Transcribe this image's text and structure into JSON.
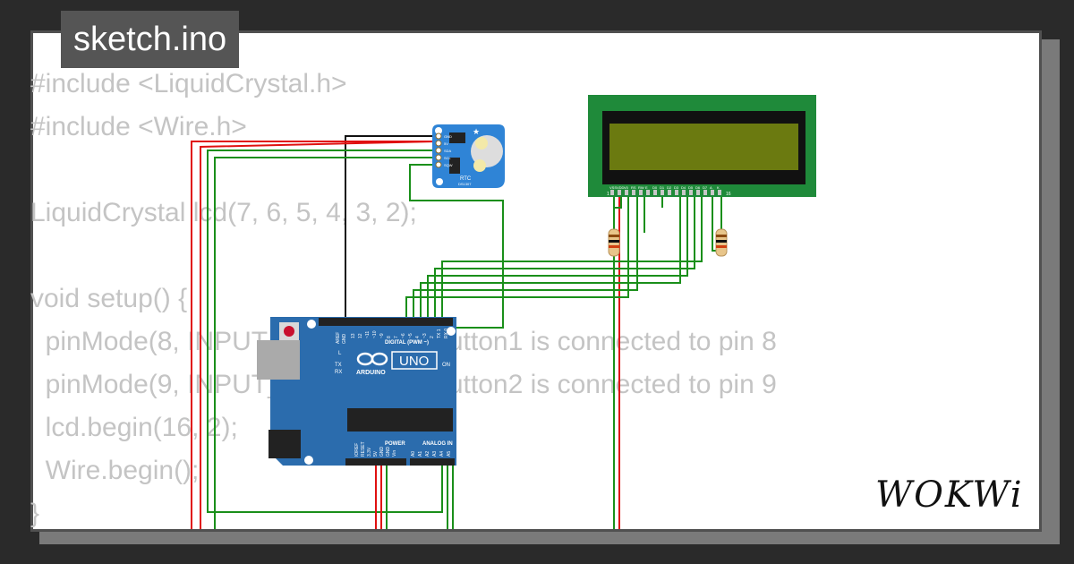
{
  "file": {
    "title": "sketch.ino"
  },
  "code_lines": [
    "#include <LiquidCrystal.h>",
    "#include <Wire.h>",
    "",
    "LiquidCrystal lcd(7, 6, 5, 4, 3, 2);",
    "",
    "void setup() {",
    "  pinMode(8, INPUT_PULLUP); // button1 is connected to pin 8",
    "  pinMode(9, INPUT_PULLUP); // button2 is connected to pin 9",
    "  lcd.begin(16, 2);",
    "  Wire.begin();",
    "}"
  ],
  "arduino": {
    "brand": "ARDUINO",
    "model": "UNO",
    "digital_label": "DIGITAL (PWM ~)",
    "power_label": "POWER",
    "analog_label": "ANALOG IN",
    "on_label": "ON",
    "tx_label": "TX",
    "rx_label": "RX",
    "l_label": "L",
    "aref_label": "AREF",
    "gnd_label": "GND",
    "digital_pins": [
      "13",
      "12",
      "~11",
      "~10",
      "~9",
      "8",
      "7",
      "~6",
      "~5",
      "4",
      "~3",
      "2",
      "TX 1",
      "RX 0"
    ],
    "power_pins": [
      "IOREF",
      "RESET",
      "3.3V",
      "5V",
      "GND",
      "GND",
      "Vin"
    ],
    "analog_pins": [
      "A0",
      "A1",
      "A2",
      "A3",
      "A4",
      "A5"
    ]
  },
  "rtc": {
    "label": "RTC",
    "part": "DS1307",
    "pins": [
      "GND",
      "5V",
      "SDA",
      "SCL",
      "SQW"
    ]
  },
  "lcd": {
    "pins": [
      "VSS",
      "VDD",
      "V0",
      "RS",
      "RW",
      "E",
      "D0",
      "D1",
      "D2",
      "D3",
      "D4",
      "D5",
      "D6",
      "D7",
      "A",
      "K"
    ],
    "pin_first": "1",
    "pin_last": "16"
  },
  "brand": {
    "logo_text": "WOKWi"
  },
  "colors": {
    "wire_green": "#1a8f1a",
    "wire_red": "#e01010",
    "wire_black": "#111111",
    "board_blue": "#2b6cad",
    "rtc_blue": "#2f84d6",
    "lcd_green": "#1f8a3a",
    "lcd_screen": "#6b7a10"
  }
}
